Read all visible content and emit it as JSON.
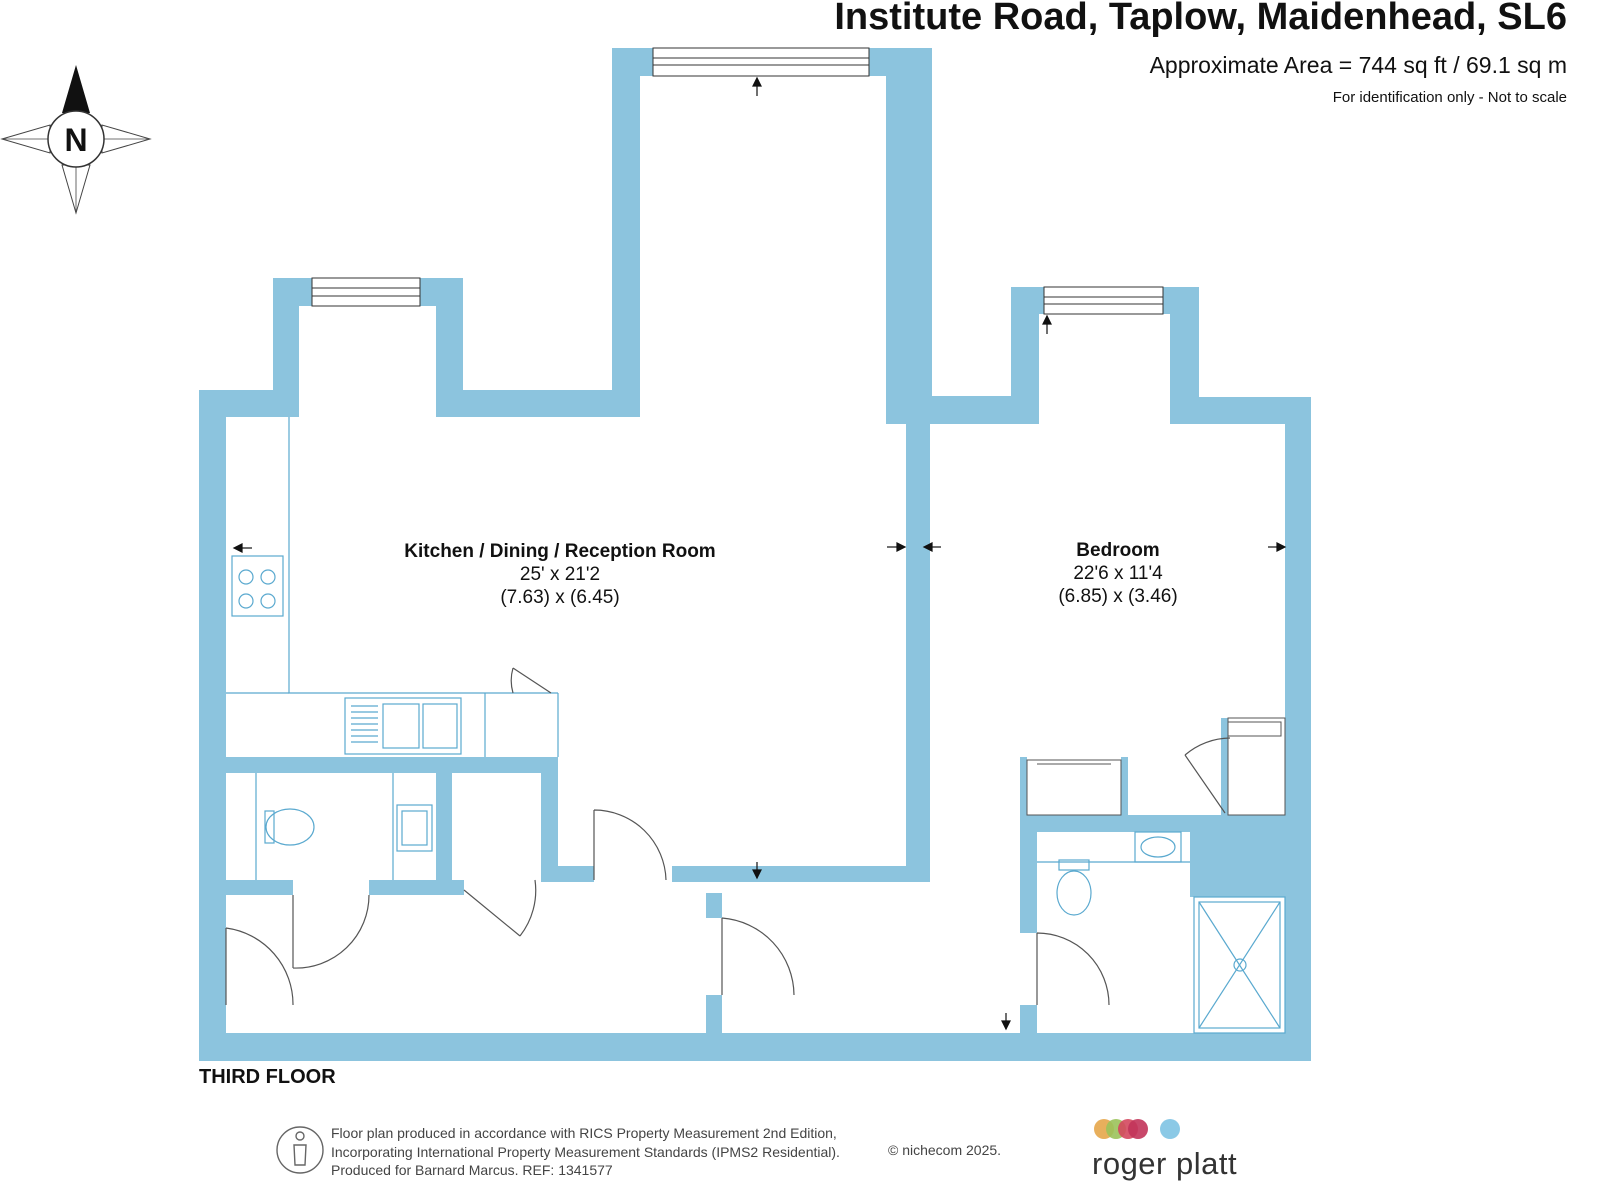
{
  "header": {
    "title": "Institute Road, Taplow, Maidenhead, SL6",
    "area": "Approximate Area = 744 sq ft / 69.1 sq m",
    "disclaimer": "For identification only - Not to scale"
  },
  "compass": {
    "label": "N"
  },
  "rooms": [
    {
      "name": "Kitchen / Dining / Reception Room",
      "imperial": "25' x 21'2",
      "metric": "(7.63) x (6.45)"
    },
    {
      "name": "Bedroom",
      "imperial": "22'6 x 11'4",
      "metric": "(6.85) x (3.46)"
    }
  ],
  "floor_label": "THIRD FLOOR",
  "footer": {
    "line1": "Floor plan produced in accordance with RICS Property Measurement 2nd Edition,",
    "line2": "Incorporating International Property Measurement Standards (IPMS2 Residential).",
    "line3": "Produced for Barnard Marcus.   REF:  1341577",
    "copyright": "© nichecom 2025.",
    "brand": "roger platt"
  },
  "colors": {
    "wall": "#8cc4de",
    "fixture": "#5aa9cf",
    "logo_dots": [
      "#e6a64a",
      "#9bc25a",
      "#d4485e",
      "#c2345a",
      "#7ec3e3"
    ]
  }
}
